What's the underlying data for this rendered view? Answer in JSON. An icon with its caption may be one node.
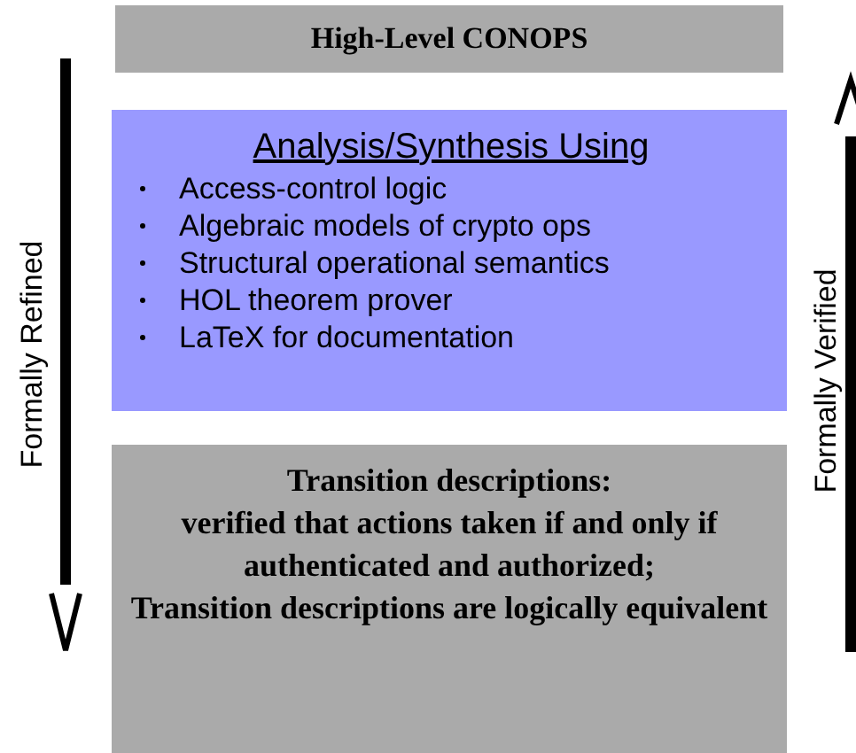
{
  "diagram": {
    "nodes": [
      {
        "text": [
          "High-Level CONOPS"
        ]
      },
      {
        "text": [
          "Analysis/Synthesis Using",
          "Access-control logic",
          "Algebraic models of crypto ops",
          "Structural operational semantics",
          "HOL theorem prover",
          "LaTeX for documentation"
        ]
      },
      {
        "text": [
          "Transition descriptions:",
          "verified that actions taken if and only if authenticated and authorized;",
          "Transition descriptions are logically equivalent"
        ]
      }
    ],
    "labels": [
      "Formally Refined",
      "Formally Verified"
    ]
  }
}
